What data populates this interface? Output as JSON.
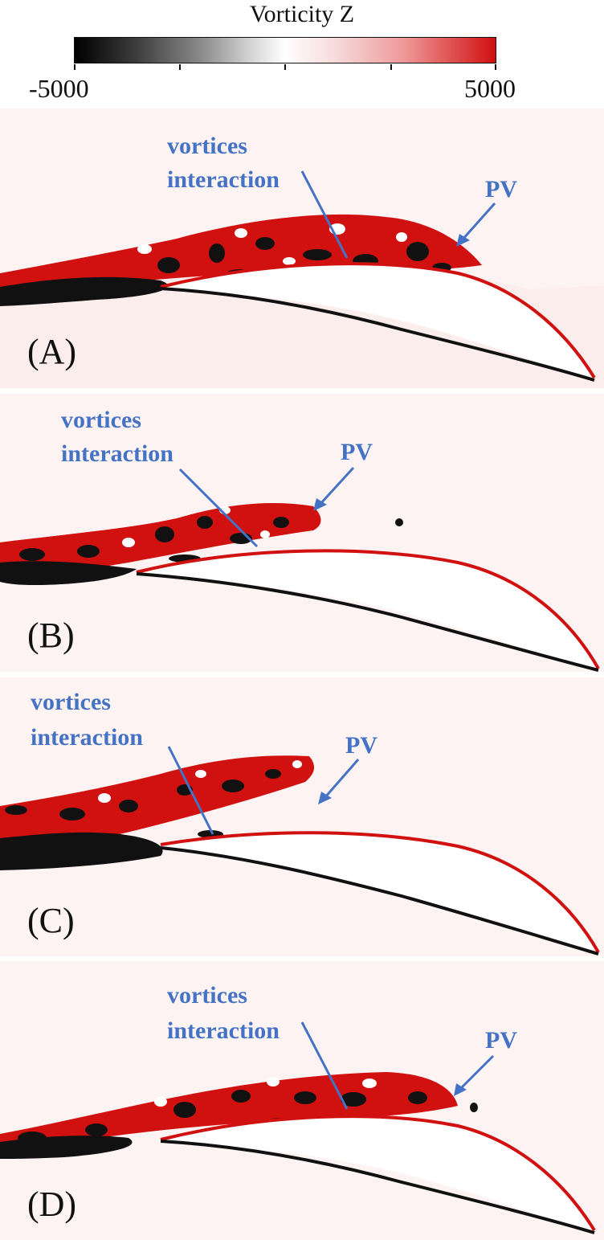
{
  "colorbar": {
    "title": "Vorticity Z",
    "min_label": "-5000",
    "max_label": "5000",
    "colors": {
      "negative": "#000000",
      "zero": "#ffffff",
      "positive": "#d11010"
    }
  },
  "annotation_color": "#4472c4",
  "panels": [
    {
      "label": "(A)",
      "vortex_label_line1": "vortices",
      "vortex_label_line2": "interaction",
      "pv_label": "PV"
    },
    {
      "label": "(B)",
      "vortex_label_line1": "vortices",
      "vortex_label_line2": "interaction",
      "pv_label": "PV"
    },
    {
      "label": "(C)",
      "vortex_label_line1": "vortices",
      "vortex_label_line2": "interaction",
      "pv_label": "PV"
    },
    {
      "label": "(D)",
      "vortex_label_line1": "vortices",
      "vortex_label_line2": "interaction",
      "pv_label": "PV"
    }
  ]
}
